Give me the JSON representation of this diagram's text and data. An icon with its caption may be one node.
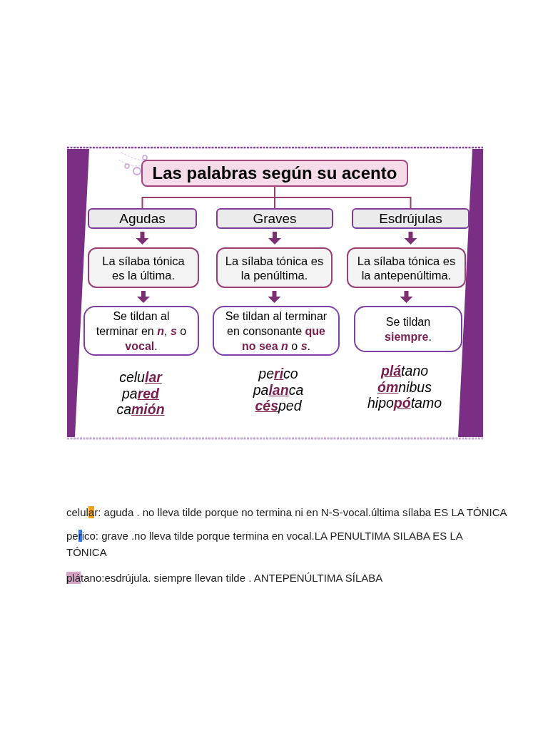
{
  "diagram": {
    "nodes": [
      {
        "text": [
          "Las palabras según su acento"
        ]
      },
      {
        "text": [
          "Agudas"
        ]
      },
      {
        "text": [
          "Graves"
        ]
      },
      {
        "text": [
          "Esdrújulas"
        ]
      },
      {
        "text": [
          "La sílaba tónica es la última."
        ]
      },
      {
        "text": [
          "La sílaba tónica es la penúltima."
        ]
      },
      {
        "text": [
          "La sílaba tónica es la antepenúltima."
        ]
      },
      {
        "text": [
          "Se tildan al terminar en *n*, *s* o **vocal**."
        ],
        "beside": [
          "celu**lar**",
          "pa**red**",
          "ca**mión**"
        ]
      },
      {
        "text": [
          "Se tildan al terminar en consonante **que no sea** *n* o *s*."
        ],
        "beside": [
          "pe**ri**co",
          "pa**lan**ca",
          "**cés**ped"
        ]
      },
      {
        "text": [
          "Se tildan **siempre**."
        ],
        "beside": [
          "**plá**tano",
          "**óm**nibus",
          "hipo**pó**tamo"
        ]
      }
    ],
    "edges": [
      {
        "from": 0,
        "to": 1,
        "arrow": "none",
        "color": "#9a3d6b"
      },
      {
        "from": 0,
        "to": 2,
        "arrow": "none",
        "color": "#9a3d6b"
      },
      {
        "from": 0,
        "to": 3,
        "arrow": "none",
        "color": "#9a3d6b"
      },
      {
        "from": 1,
        "to": 4,
        "arrow": "to"
      },
      {
        "from": 2,
        "to": 5,
        "arrow": "to"
      },
      {
        "from": 3,
        "to": 6,
        "arrow": "to"
      },
      {
        "from": 4,
        "to": 7,
        "arrow": "to"
      },
      {
        "from": 5,
        "to": 8,
        "arrow": "to"
      },
      {
        "from": 6,
        "to": 9,
        "arrow": "to"
      }
    ],
    "labels": [
      "celular: aguda . no lleva tilde porque no termina ni en N-S-vocal.última sílaba ES LA TÓNICA",
      "perico: grave .no lleva tilde porque termina en vocal.LA PENULTIMA SILABA ES LA TÓNICA",
      "plátano:esdrújula. siempre llevan tilde . ANTEPENÚLTIMA SÍLABA"
    ]
  }
}
